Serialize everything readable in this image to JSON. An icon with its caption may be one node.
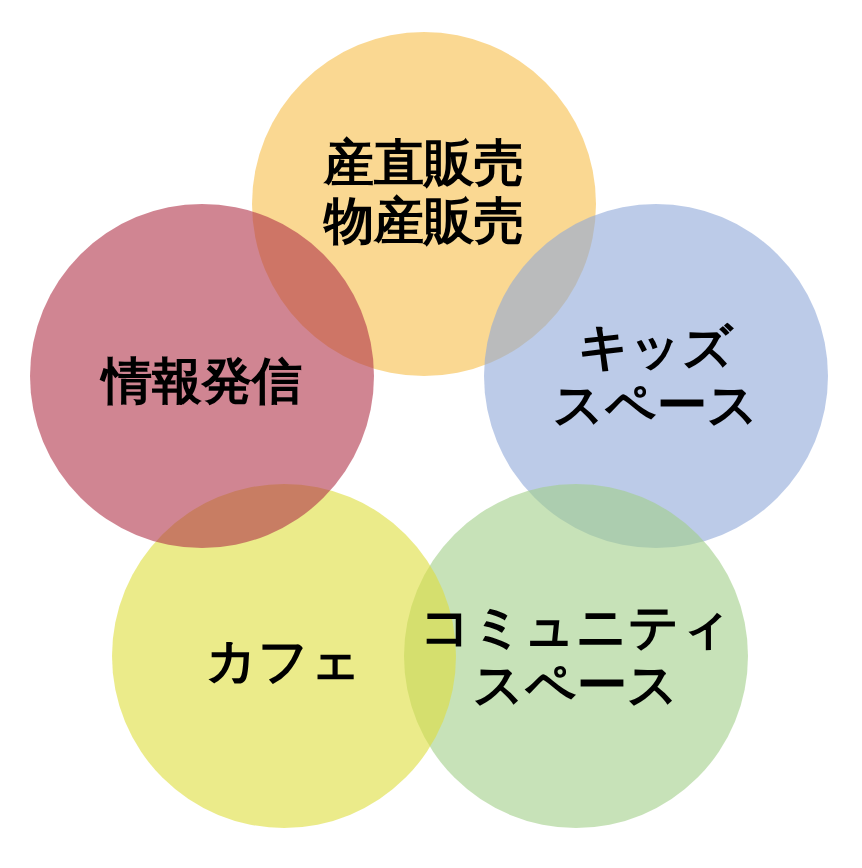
{
  "diagram": {
    "nodes": [
      {
        "text": [
          "産直販売",
          "物産販売"
        ]
      },
      {
        "text": [
          "情報発信"
        ]
      },
      {
        "text": [
          "キッズスペース"
        ]
      },
      {
        "text": [
          "カフェ"
        ]
      },
      {
        "text": [
          "コミュニティスペース"
        ]
      }
    ]
  }
}
